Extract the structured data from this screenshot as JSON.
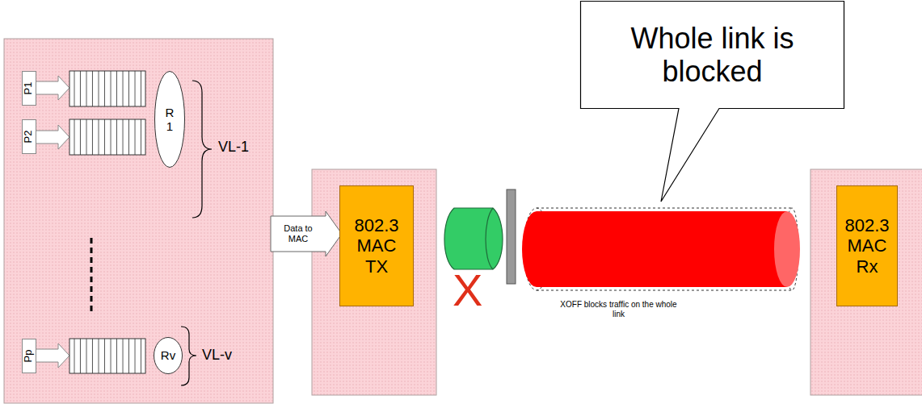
{
  "diagram": {
    "nodes": [
      {
        "text": [
          "P1"
        ]
      },
      {
        "text": [
          "P2"
        ]
      },
      {
        "text": [
          "R 1"
        ]
      },
      {
        "text": [
          "Pp"
        ]
      },
      {
        "text": [
          "Rv"
        ]
      },
      {
        "text": [
          "Data to MAC"
        ]
      },
      {
        "text": [
          "802.3 MAC TX"
        ]
      },
      {
        "text": [
          "Whole link is blocked"
        ]
      },
      {
        "text": [
          "802.3 MAC Rx"
        ]
      }
    ],
    "labels": [
      "VL-1",
      "VL-v",
      "X",
      "XOFF blocks traffic on the whole link"
    ]
  }
}
